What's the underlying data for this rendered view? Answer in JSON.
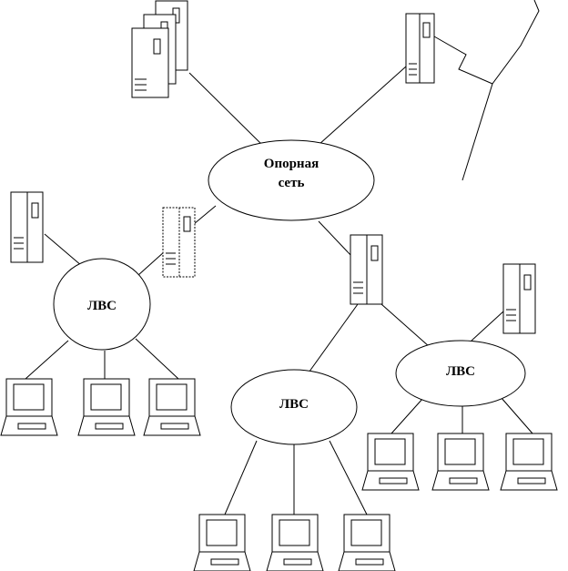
{
  "nodes": {
    "backbone": {
      "label_line1": "Опорная",
      "label_line2": "сеть"
    },
    "lan_left": {
      "label": "ЛВС"
    },
    "lan_center": {
      "label": "ЛВС"
    },
    "lan_right": {
      "label": "ЛВС"
    }
  }
}
